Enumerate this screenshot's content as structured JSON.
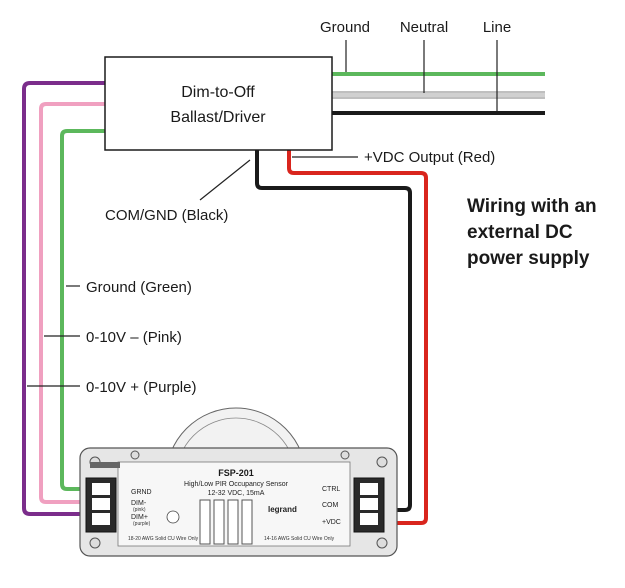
{
  "diagram": {
    "title_lines": [
      "Wiring with an",
      "external DC",
      "power supply"
    ],
    "driver": {
      "line1": "Dim-to-Off",
      "line2": "Ballast/Driver"
    },
    "supply_wires": {
      "ground": "Ground",
      "neutral": "Neutral",
      "line": "Line"
    },
    "callouts": {
      "vdc_output": "+VDC Output (Red)",
      "com_gnd": "COM/GND (Black)",
      "ground": "Ground (Green)",
      "dim_minus": "0-10V – (Pink)",
      "dim_plus": "0-10V + (Purple)"
    },
    "sensor": {
      "model": "FSP-201",
      "desc1": "High/Low PIR Occupancy Sensor",
      "desc2": "12-32 VDC, 15mA",
      "brand": "legrand",
      "left_terminals": [
        "GRND",
        "DIM-",
        "DIM+"
      ],
      "left_terminal_notes": [
        "(pink)",
        "(purple)"
      ],
      "right_terminals": [
        "CTRL",
        "COM",
        "+VDC"
      ],
      "left_wire_note": "18-20 AWG Solid CU Wire Only",
      "right_wire_note": "14-16 AWG Solid CU Wire Only"
    },
    "colors": {
      "ground": "#5cb85c",
      "pink": "#f0a0c0",
      "purple": "#7b2d8b",
      "red": "#d9251d",
      "black": "#1a1a1a",
      "housing": "#e6e6e6"
    }
  }
}
